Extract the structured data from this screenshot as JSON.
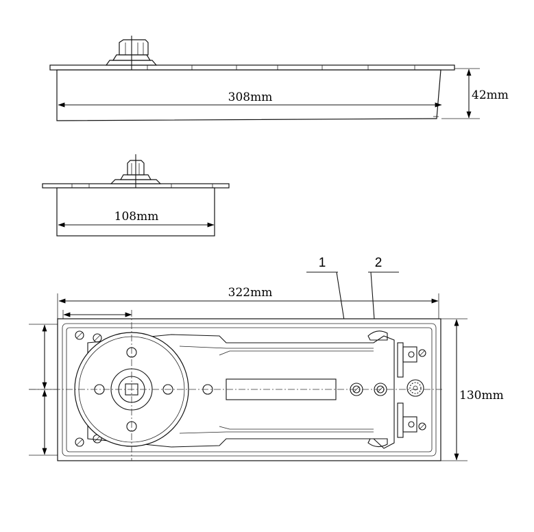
{
  "dimensions": {
    "top_view_length": "308mm",
    "top_view_height": "42mm",
    "side_view_width": "108mm",
    "plan_length": "322mm",
    "plan_width": "130mm"
  },
  "callouts": {
    "valve_1": "1",
    "valve_2": "2"
  }
}
